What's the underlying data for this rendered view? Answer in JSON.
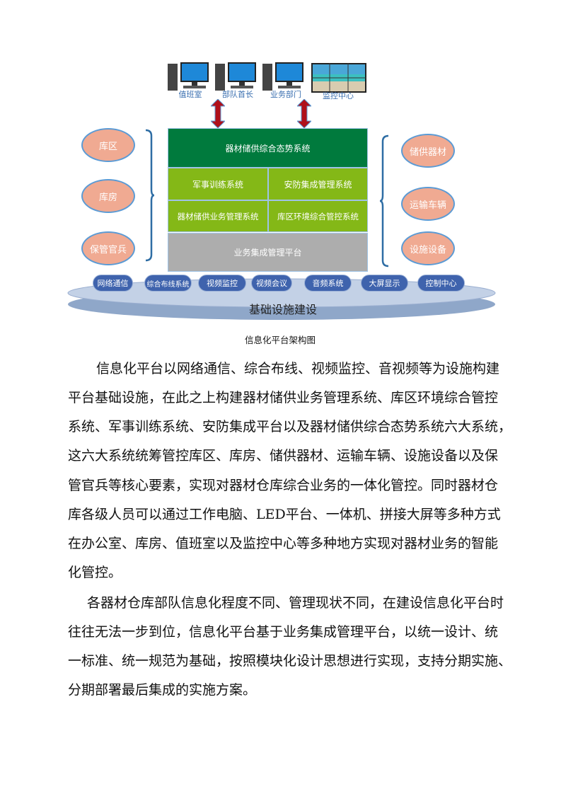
{
  "diagram": {
    "terminals": [
      "值班室",
      "部队首长",
      "业务部门",
      "监控中心"
    ],
    "top_system": "器材储供综合态势系统",
    "mid_systems": [
      "军事训练系统",
      "安防集成管理系统",
      "器材储供业务管理系统",
      "库区环境综合管控系统"
    ],
    "platform": "业务集成管理平台",
    "left_items": [
      "库区",
      "库房",
      "保管官兵"
    ],
    "right_items": [
      "储供器材",
      "运输车辆",
      "设施设备"
    ],
    "infrastructure": [
      "网络通信",
      "综合布线系统",
      "视频监控",
      "视频会议",
      "音频系统",
      "大屏显示",
      "控制中心"
    ],
    "base": "基础设施建设",
    "colors": {
      "top": "#007a3d",
      "mid": "#84b817",
      "platform": "#adadad",
      "ellipse": "#f0aa92",
      "pill": "#3f63ad",
      "arrow": "#b0101a"
    }
  },
  "caption": "信息化平台架构图",
  "paragraphs": [
    [
      "信息化平台以网络通信、综合布线、视频监控、音视频等为设施构建",
      "平台基础设施，在此之上构建器材储供业务管理系统、库区环境综合管控",
      "系统、军事训练系统、安防集成平台以及器材储供综合态势系统六大系统，",
      "这六大系统统筹管控库区、库房、储供器材、运输车辆、设施设备以及保",
      "管官兵等核心要素，实现对器材仓库综合业务的一体化管控。同时器材仓",
      "库各级人员可以通过工作电脑、LED平台、一体机、拼接大屏等多种方式",
      "在办公室、库房、值班室以及监控中心等多种地方实现对器材业务的智能",
      "化管控。"
    ],
    [
      "各器材仓库部队信息化程度不同、管理现状不同，在建设信息化平台时",
      "往往无法一步到位，信息化平台基于业务集成管理平台，以统一设计、统",
      "一标准、统一规范为基础，按照模块化设计思想进行实现，支持分期实施、",
      "分期部署最后集成的实施方案。"
    ]
  ]
}
